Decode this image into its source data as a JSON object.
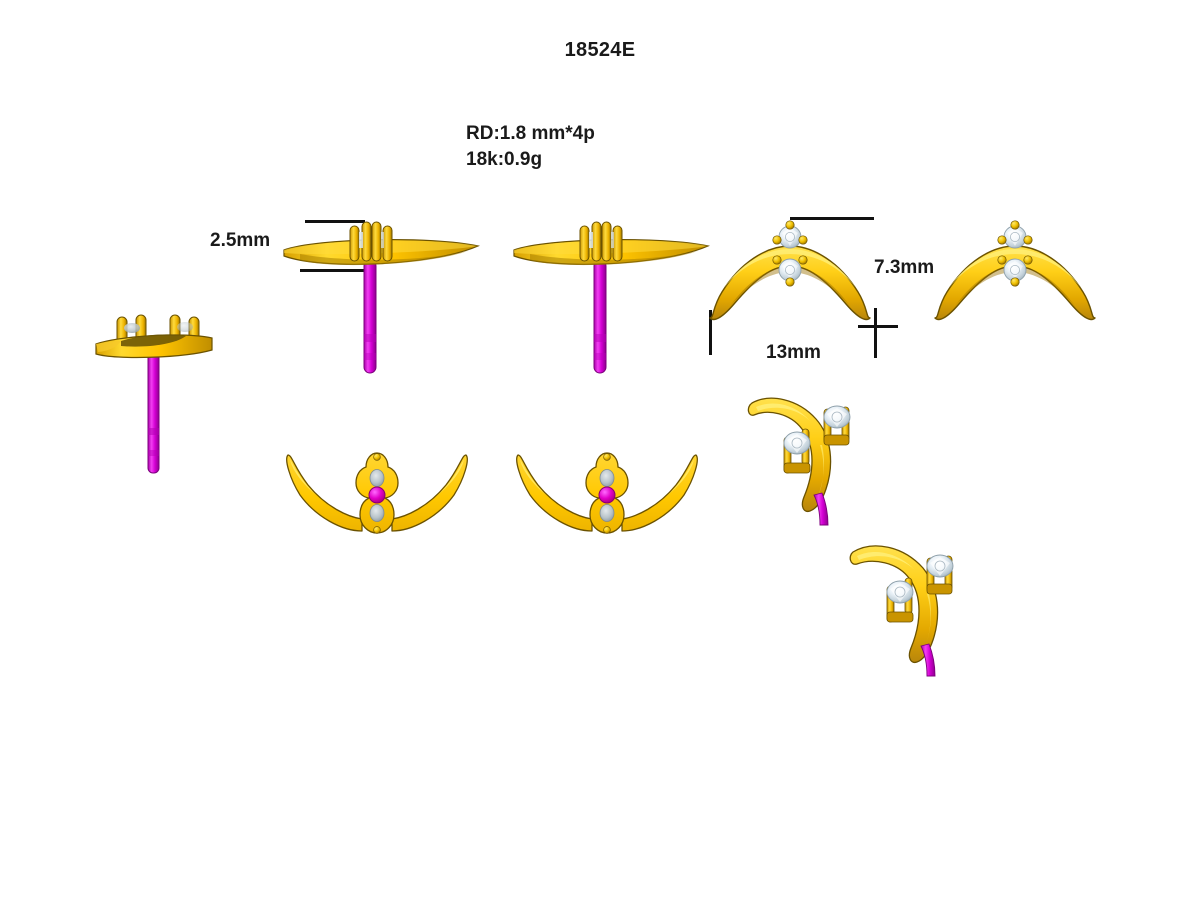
{
  "title": "18524E",
  "specs": {
    "stone": "RD:1.8 mm*4p",
    "metal": "18k:0.9g"
  },
  "dimensions": {
    "thickness": "2.5mm",
    "height": "7.3mm",
    "width": "13mm"
  },
  "colors": {
    "gold_light": "#ffd633",
    "gold_mid": "#e8b200",
    "gold_dark": "#b88a00",
    "gold_outline": "#6b5200",
    "gold_shadow": "#7a6208",
    "post_magenta": "#d600d6",
    "post_magenta_dark": "#a300a3",
    "gem_white": "#f2f7fb",
    "gem_grey": "#b9c6ce",
    "rule_black": "#111111",
    "background": "#ffffff"
  },
  "views": [
    {
      "id": "perspective-post-left",
      "label": "Angled view of post and prong bar"
    },
    {
      "id": "side-elevation-dimensioned",
      "label": "Side elevation with 2.5mm thickness dimension"
    },
    {
      "id": "side-elevation-plain",
      "label": "Side elevation"
    },
    {
      "id": "front-crescent-dimensioned",
      "label": "Front crescent with 13mm and 7.3mm dimensions"
    },
    {
      "id": "front-crescent-plain",
      "label": "Front crescent"
    },
    {
      "id": "back-crescent-left",
      "label": "Back view of crescent with post"
    },
    {
      "id": "back-crescent-right",
      "label": "Back view of crescent with post"
    },
    {
      "id": "perspective-crescent-upper",
      "label": "Three quarter view of crescent with two diamonds"
    },
    {
      "id": "perspective-crescent-lower",
      "label": "Three quarter view of crescent with two diamonds"
    }
  ],
  "stone_count": 4,
  "prongs_per_stone": 4
}
